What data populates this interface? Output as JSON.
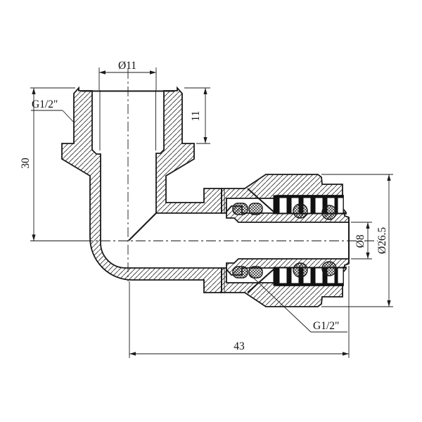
{
  "drawing": {
    "description": "Cross-section technical drawing of a 90-degree elbow compression pipe fitting",
    "background_color": "#ffffff",
    "line_color": "#1a1a1a",
    "dimensions": {
      "top_port_bore": "Ø11",
      "thread_depth": "11",
      "overall_height": "30",
      "pipe_bore": "Ø8",
      "nut_outer_diameter": "Ø26.5",
      "overall_length": "43",
      "thread_spec_top": "G1/2\"",
      "thread_spec_right": "G1/2\""
    }
  }
}
